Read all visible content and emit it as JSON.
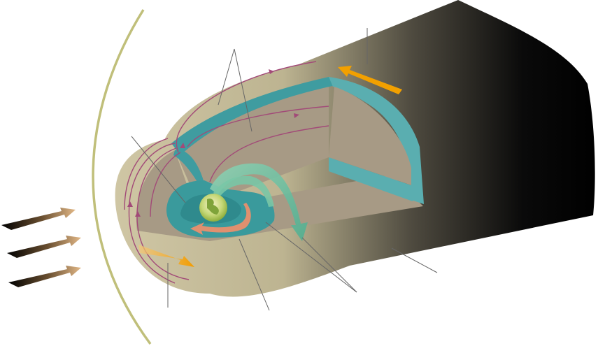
{
  "diagram": {
    "colors": {
      "background": "#ffffff",
      "magnetosphere_outer": "#cfc6a4",
      "magnetosphere_inner": "#a79a85",
      "plasma_layer": "#3f9ca0",
      "plasma_layer_light": "#5aaeb0",
      "field_lines": "#a24a78",
      "solar_wind_arrow": "#b58a5a",
      "flow_arrow": "#f2a000",
      "ring_current": "#e0906f",
      "radiation_belt": "#6cc0a0",
      "earth": "#a8c850",
      "bow_shock": "#c0bf7a",
      "leader_lines": "#555555",
      "tail": "#000000"
    },
    "icons": [
      "solar-wind-arrow",
      "bow-shock-curve",
      "earth-globe",
      "magnetic-field-line",
      "flow-arrow",
      "ring-current-arrow",
      "radiation-belt-arrow"
    ]
  }
}
